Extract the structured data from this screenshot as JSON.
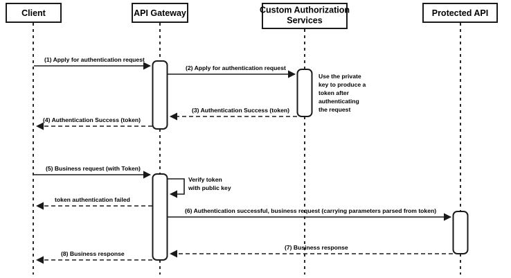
{
  "diagram": {
    "title": "API Gateway token authentication sequence",
    "type": "sequence-diagram",
    "colors": {
      "background": "#ffffff",
      "stroke": "#1a1a1a",
      "text": "#000000"
    }
  },
  "participants": [
    {
      "id": "client",
      "label": "Client",
      "label_line2": ""
    },
    {
      "id": "api-gateway",
      "label": "API Gateway",
      "label_line2": ""
    },
    {
      "id": "custom-auth",
      "label": "Custom Authorization",
      "label_line2": "Services"
    },
    {
      "id": "protected-api",
      "label": "Protected API",
      "label_line2": ""
    }
  ],
  "messages": [
    {
      "id": "m1",
      "label": "(1) Apply for authentication request",
      "from": "client",
      "to": "api-gateway",
      "style": "solid"
    },
    {
      "id": "m2",
      "label": "(2) Apply for authentication request",
      "from": "api-gateway",
      "to": "custom-auth",
      "style": "solid"
    },
    {
      "id": "m3",
      "label": "(3) Authentication Success (token)",
      "from": "custom-auth",
      "to": "api-gateway",
      "style": "dashed"
    },
    {
      "id": "m4",
      "label": "(4) Authentication Success (token)",
      "from": "api-gateway",
      "to": "client",
      "style": "dashed"
    },
    {
      "id": "m5",
      "label": "(5) Business request (with Token)",
      "from": "client",
      "to": "api-gateway",
      "style": "solid"
    },
    {
      "id": "m6",
      "label": "token authentication failed",
      "from": "api-gateway",
      "to": "client",
      "style": "dashed"
    },
    {
      "id": "m7",
      "label": "(6) Authentication successful, business request (carrying parameters parsed from token)",
      "from": "api-gateway",
      "to": "protected-api",
      "style": "solid"
    },
    {
      "id": "m8",
      "label": "(7) Business response",
      "from": "protected-api",
      "to": "api-gateway",
      "style": "dashed"
    },
    {
      "id": "m9",
      "label": "(8) Business response",
      "from": "api-gateway",
      "to": "client",
      "style": "dashed"
    }
  ],
  "notes": [
    {
      "id": "note-private-key",
      "owner": "custom-auth",
      "lines": [
        "Use the private",
        "key to produce a",
        "token after",
        "authenticating",
        "the request"
      ]
    }
  ],
  "self_calls": [
    {
      "id": "self-verify-token",
      "owner": "api-gateway",
      "lines": [
        "Verify token",
        "with public key"
      ]
    }
  ]
}
